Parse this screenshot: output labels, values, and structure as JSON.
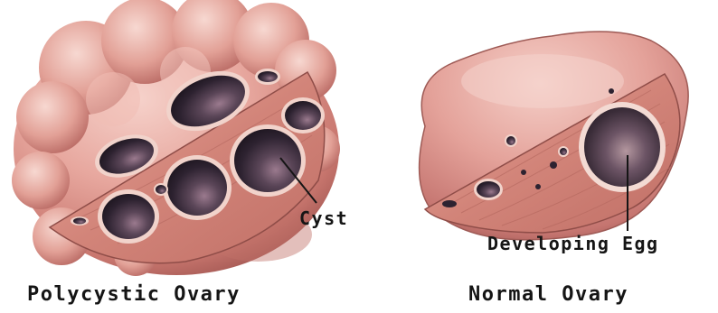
{
  "labels": {
    "polycystic_caption": "Polycystic Ovary",
    "normal_caption": "Normal Ovary",
    "cyst_callout": "Cyst",
    "egg_callout": "Developing Egg"
  },
  "colors": {
    "ovary_surface": "#e7a79e",
    "cut_face": "#d98e84",
    "cavity": "#3e2f3c",
    "egg": "#5a4556",
    "leader_line": "#151515",
    "text": "#151515"
  }
}
